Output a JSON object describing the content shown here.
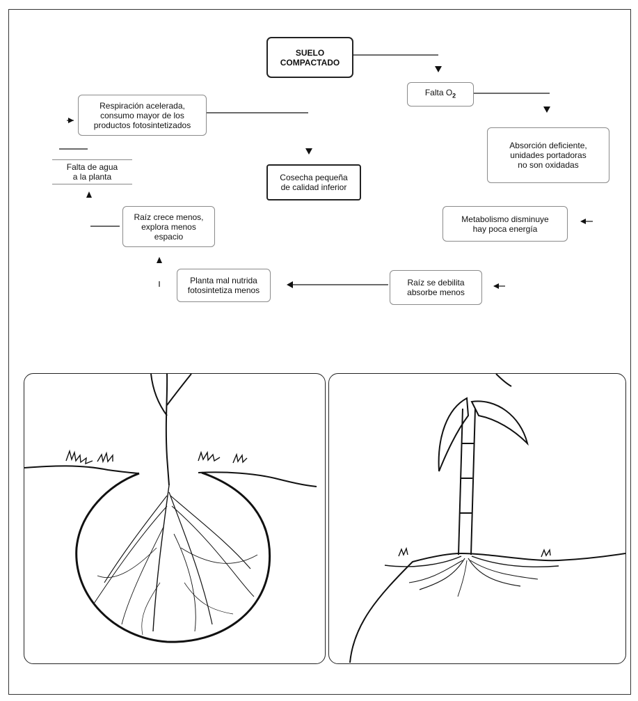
{
  "flow": {
    "root": "SUELO\nCOMPACTADO",
    "falta_o2": "Falta O",
    "falta_o2_sub": "2",
    "absorcion": "Absorción deficiente,\nunidades portadoras\nno son oxidadas",
    "metabolismo": "Metabolismo disminuye\nhay poca energía",
    "raiz_debilita": "Raíz se debilita\nabsorbe menos",
    "planta": "Planta mal nutrida\nfotosintetiza menos",
    "raiz_crece": "Raíz crece menos,\nexplora menos\nespacio",
    "falta_agua": "Falta de agua\na la planta",
    "respiracion": "Respiración acelerada,\nconsumo mayor de los\nproductos fotosintetizados",
    "cosecha": "Cosecha pequeña\nde calidad inferior"
  },
  "colors": {
    "ink": "#111111",
    "border": "#888888",
    "paper": "#ffffff"
  },
  "illustrations": {
    "left": "loose-soil-deep-roots-illustration",
    "right": "compacted-soil-shallow-roots-illustration"
  }
}
